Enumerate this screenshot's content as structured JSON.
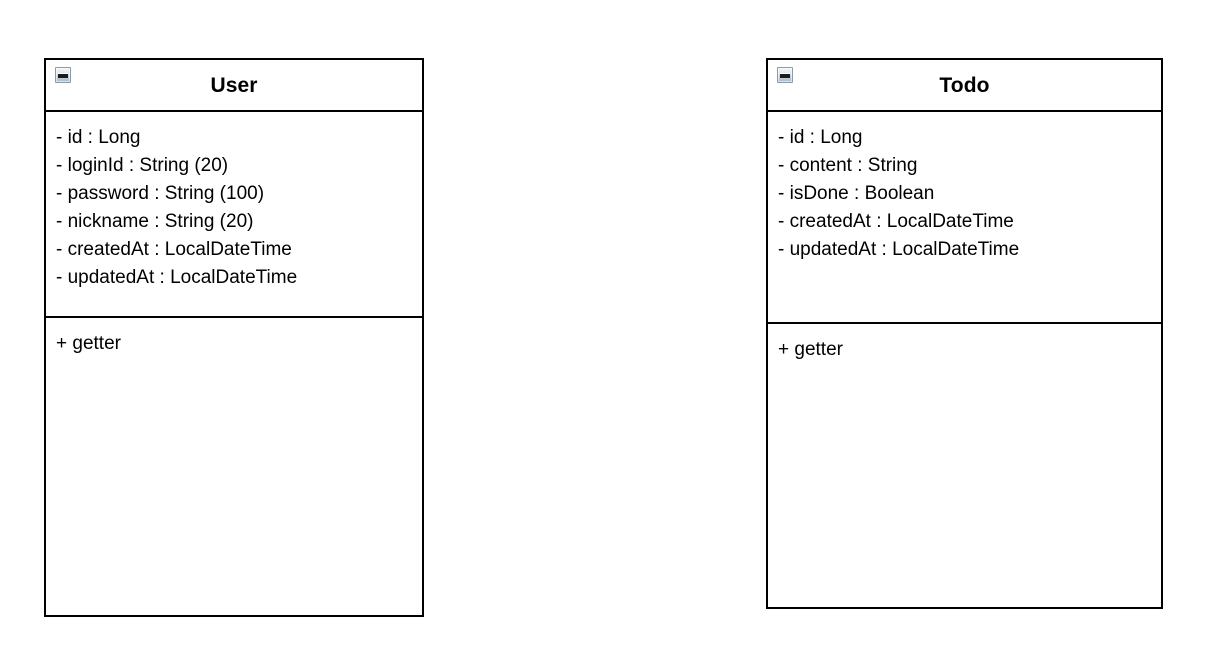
{
  "diagram": {
    "type": "uml-class-diagram",
    "background_color": "#ffffff",
    "border_color": "#000000",
    "text_color": "#000000"
  },
  "classes": [
    {
      "name": "User",
      "collapse_icon": "minus-collapse-icon",
      "attributes": [
        "- id : Long",
        "- loginId : String (20)",
        "- password : String (100)",
        "- nickname : String (20)",
        "- createdAt : LocalDateTime",
        "- updatedAt : LocalDateTime"
      ],
      "methods": [
        "+ getter"
      ]
    },
    {
      "name": "Todo",
      "collapse_icon": "minus-collapse-icon",
      "attributes": [
        "- id : Long",
        "- content : String",
        "- isDone : Boolean",
        "- createdAt : LocalDateTime",
        "- updatedAt : LocalDateTime"
      ],
      "methods": [
        "+ getter"
      ]
    }
  ]
}
